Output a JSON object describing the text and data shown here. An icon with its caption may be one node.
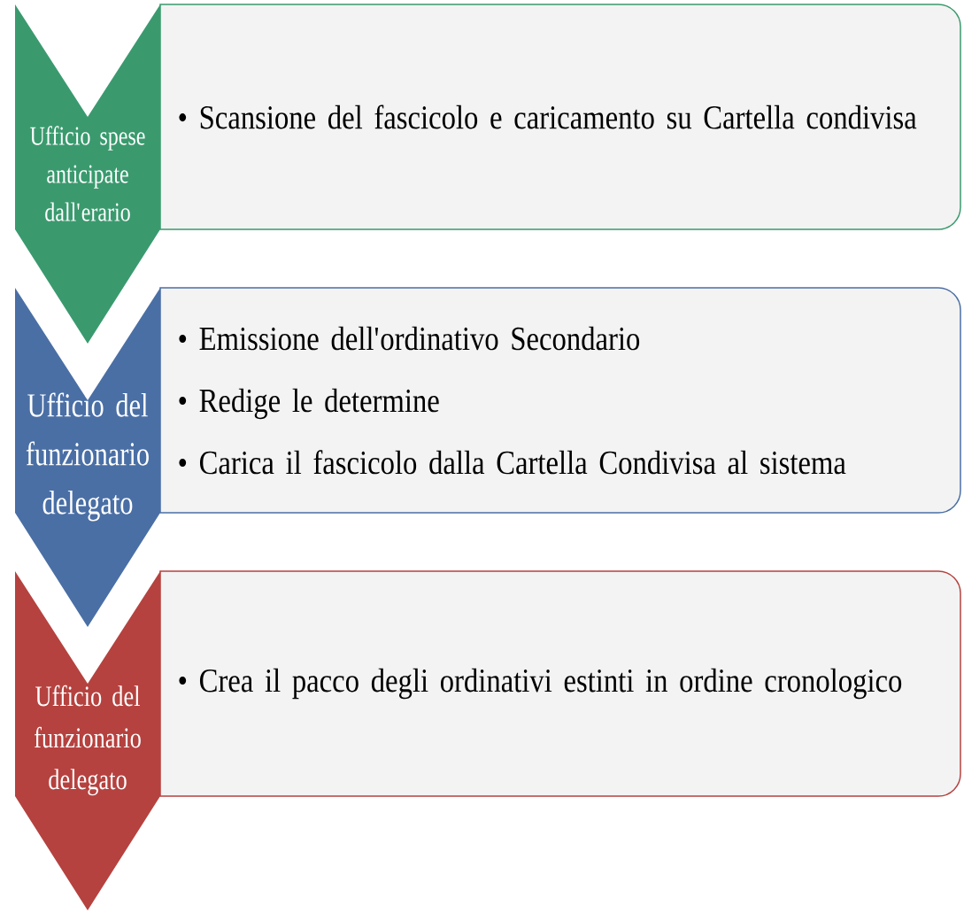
{
  "diagram": {
    "nodes": [
      {
        "text": [
          "Ufficio spese anticipate dall'erario"
        ]
      },
      {
        "text": [
          "• Scansione del fascicolo e caricamento su Cartella condivisa"
        ]
      },
      {
        "text": [
          "Ufficio del funzionario delegato"
        ]
      },
      {
        "text": [
          "• Emissione dell'ordinativo Secondario",
          "• Redige le determine",
          "• Carica il fascicolo dalla Cartella Condivisa al sistema"
        ]
      },
      {
        "text": [
          "Ufficio del funzionario delegato"
        ]
      },
      {
        "text": [
          "• Crea il pacco degli ordinativi estinti in ordine cronologico"
        ]
      }
    ]
  }
}
